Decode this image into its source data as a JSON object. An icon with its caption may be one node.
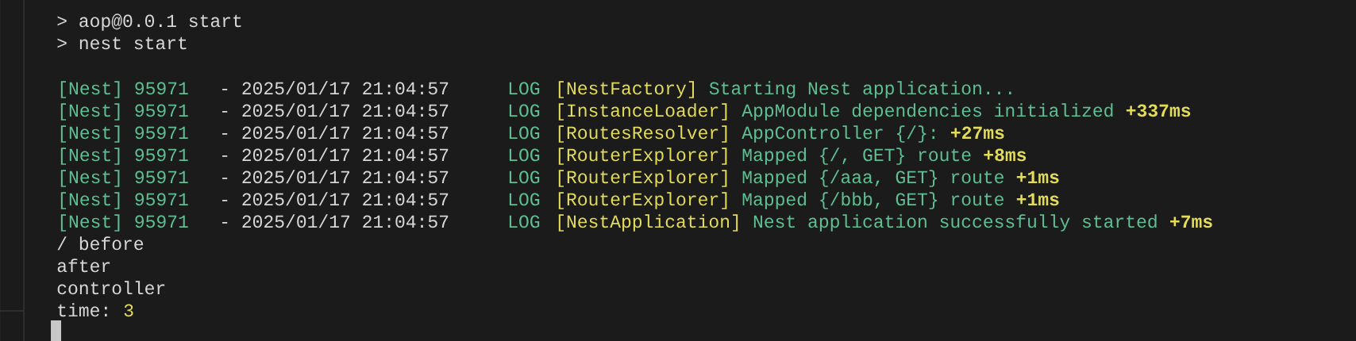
{
  "diagram": {
    "labels": [
      "> aop@0.0.1 start",
      "> nest start",
      "[Nest] 95971",
      "- 2025/01/17 21:04:57",
      "LOG",
      "[NestFactory]",
      "Starting Nest application...",
      "[Nest] 95971",
      "- 2025/01/17 21:04:57",
      "LOG",
      "[InstanceLoader]",
      "AppModule dependencies initialized",
      "+337ms",
      "[Nest] 95971",
      "- 2025/01/17 21:04:57",
      "LOG",
      "[RoutesResolver]",
      "AppController {/}:",
      "+27ms",
      "[Nest] 95971",
      "- 2025/01/17 21:04:57",
      "LOG",
      "[RouterExplorer]",
      "Mapped {/, GET} route",
      "+8ms",
      "[Nest] 95971",
      "- 2025/01/17 21:04:57",
      "LOG",
      "[RouterExplorer]",
      "Mapped {/aaa, GET} route",
      "+1ms",
      "[Nest] 95971",
      "- 2025/01/17 21:04:57",
      "LOG",
      "[RouterExplorer]",
      "Mapped {/bbb, GET} route",
      "+1ms",
      "[Nest] 95971",
      "- 2025/01/17 21:04:57",
      "LOG",
      "[NestApplication]",
      "Nest application successfully started",
      "+7ms",
      "/ before",
      "after",
      "controller",
      "time:",
      "3"
    ]
  }
}
